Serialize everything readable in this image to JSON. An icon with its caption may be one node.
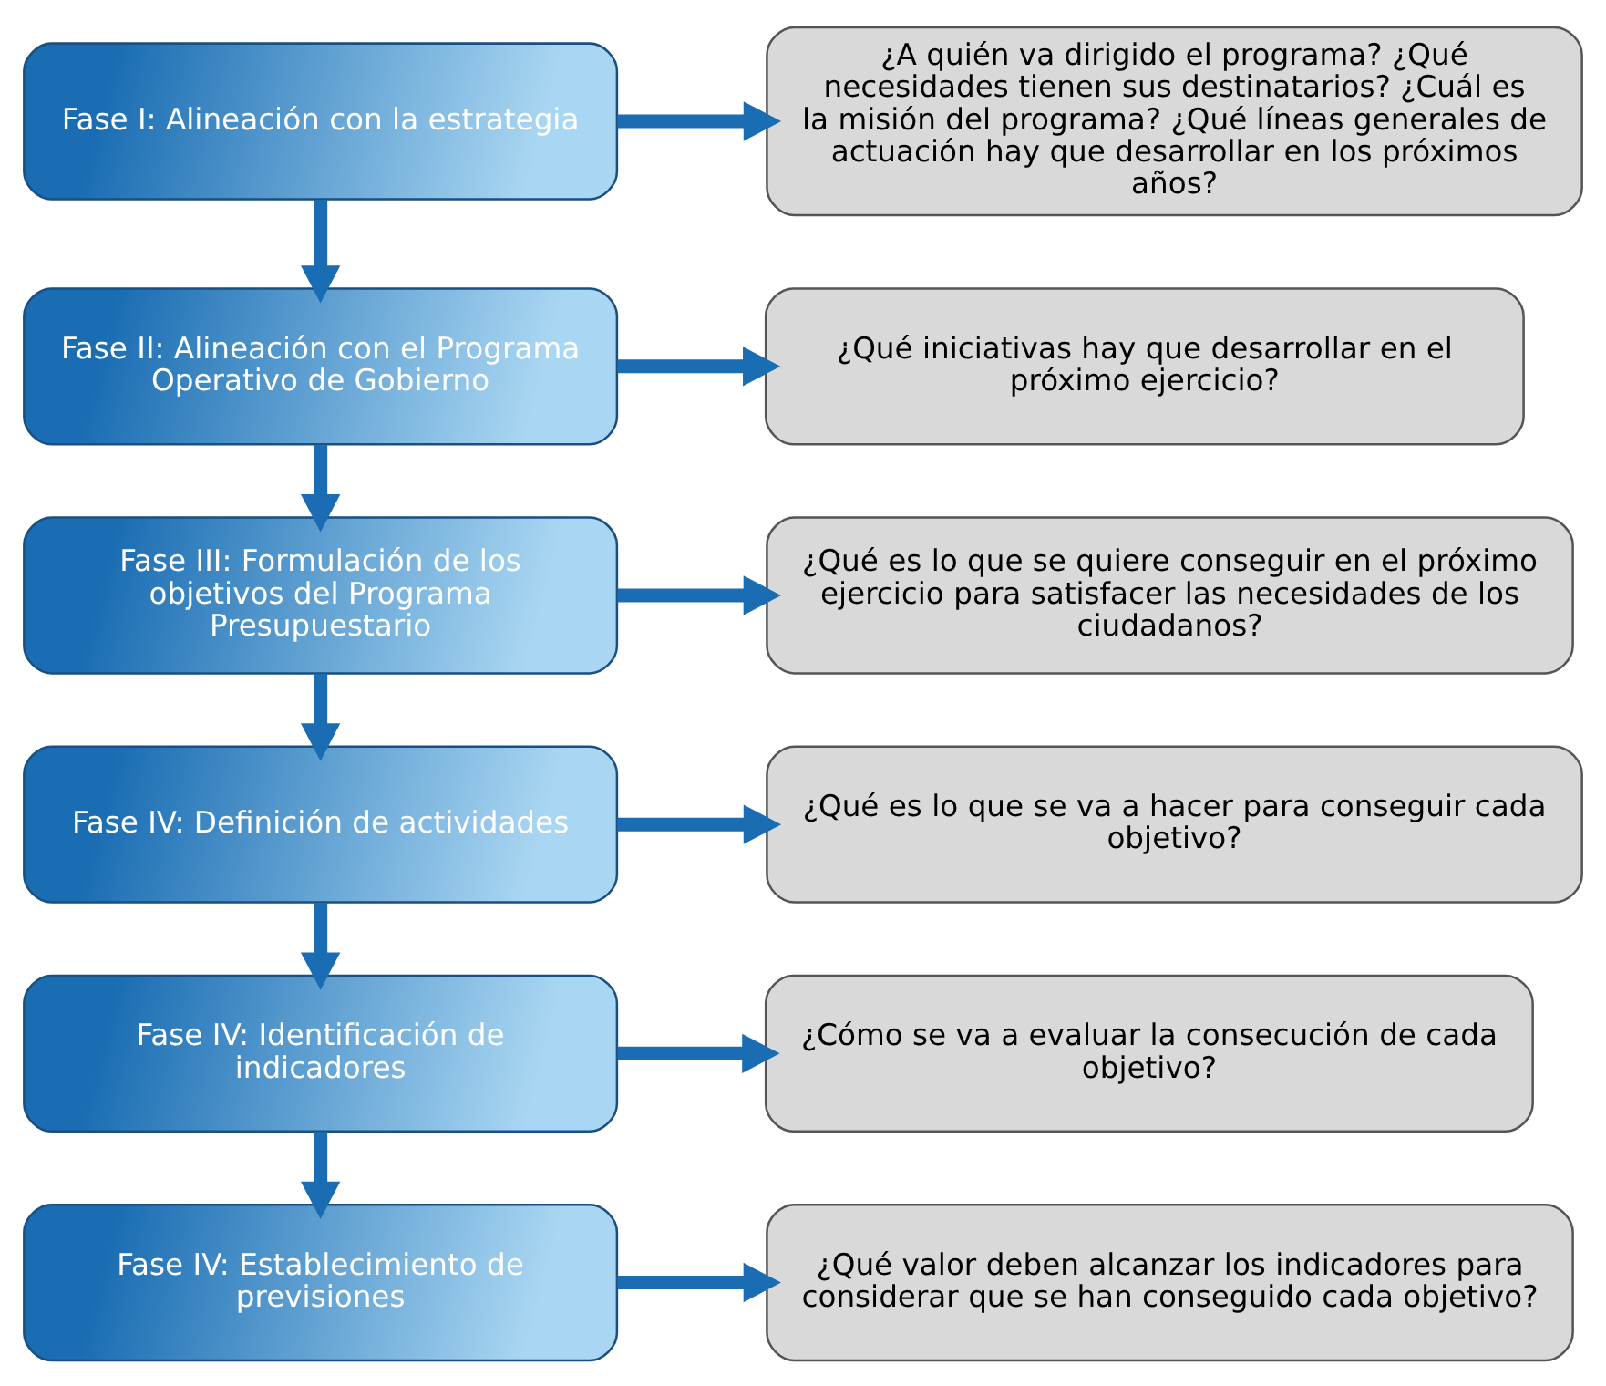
{
  "diagram": {
    "nodes": [
      {
        "text": [
          "Fase I: Alineación con la estrategia"
        ]
      },
      {
        "text": [
          "¿A quién va dirigido el programa? ¿Qué necesidades tienen sus destinatarios? ¿Cuál es la misión del programa? ¿Qué líneas generales de actuación hay que desarrollar en los próximos años?"
        ]
      },
      {
        "text": [
          "Fase II: Alineación con el Programa Operativo de Gobierno"
        ]
      },
      {
        "text": [
          "¿Qué iniciativas hay que desarrollar en el próximo ejercicio?"
        ]
      },
      {
        "text": [
          "Fase III: Formulación de los objetivos del Programa Presupuestario"
        ]
      },
      {
        "text": [
          "¿Qué es lo que se quiere conseguir en el próximo ejercicio para satisfacer las necesidades de los ciudadanos?"
        ]
      },
      {
        "text": [
          "Fase IV: Definición de actividades"
        ]
      },
      {
        "text": [
          "¿Qué es lo que se va a hacer para conseguir cada objetivo?"
        ]
      },
      {
        "text": [
          "Fase IV: Identificación de indicadores"
        ]
      },
      {
        "text": [
          "¿Cómo se va a evaluar la consecución de cada objetivo?"
        ]
      },
      {
        "text": [
          "Fase IV: Establecimiento de previsiones"
        ]
      },
      {
        "text": [
          "¿Qué valor deben alcanzar los indicadores para considerar que se han conseguido cada objetivo?"
        ]
      }
    ],
    "edges": [
      {
        "from": 0,
        "to": 1,
        "arrow": "to"
      },
      {
        "from": 0,
        "to": 2,
        "arrow": "to"
      },
      {
        "from": 2,
        "to": 3,
        "arrow": "to"
      },
      {
        "from": 2,
        "to": 4,
        "arrow": "to"
      },
      {
        "from": 4,
        "to": 5,
        "arrow": "to"
      },
      {
        "from": 4,
        "to": 6,
        "arrow": "to"
      },
      {
        "from": 6,
        "to": 7,
        "arrow": "to"
      },
      {
        "from": 6,
        "to": 8,
        "arrow": "to"
      },
      {
        "from": 8,
        "to": 9,
        "arrow": "to"
      },
      {
        "from": 8,
        "to": 10,
        "arrow": "to"
      },
      {
        "from": 10,
        "to": 11,
        "arrow": "to"
      }
    ]
  }
}
